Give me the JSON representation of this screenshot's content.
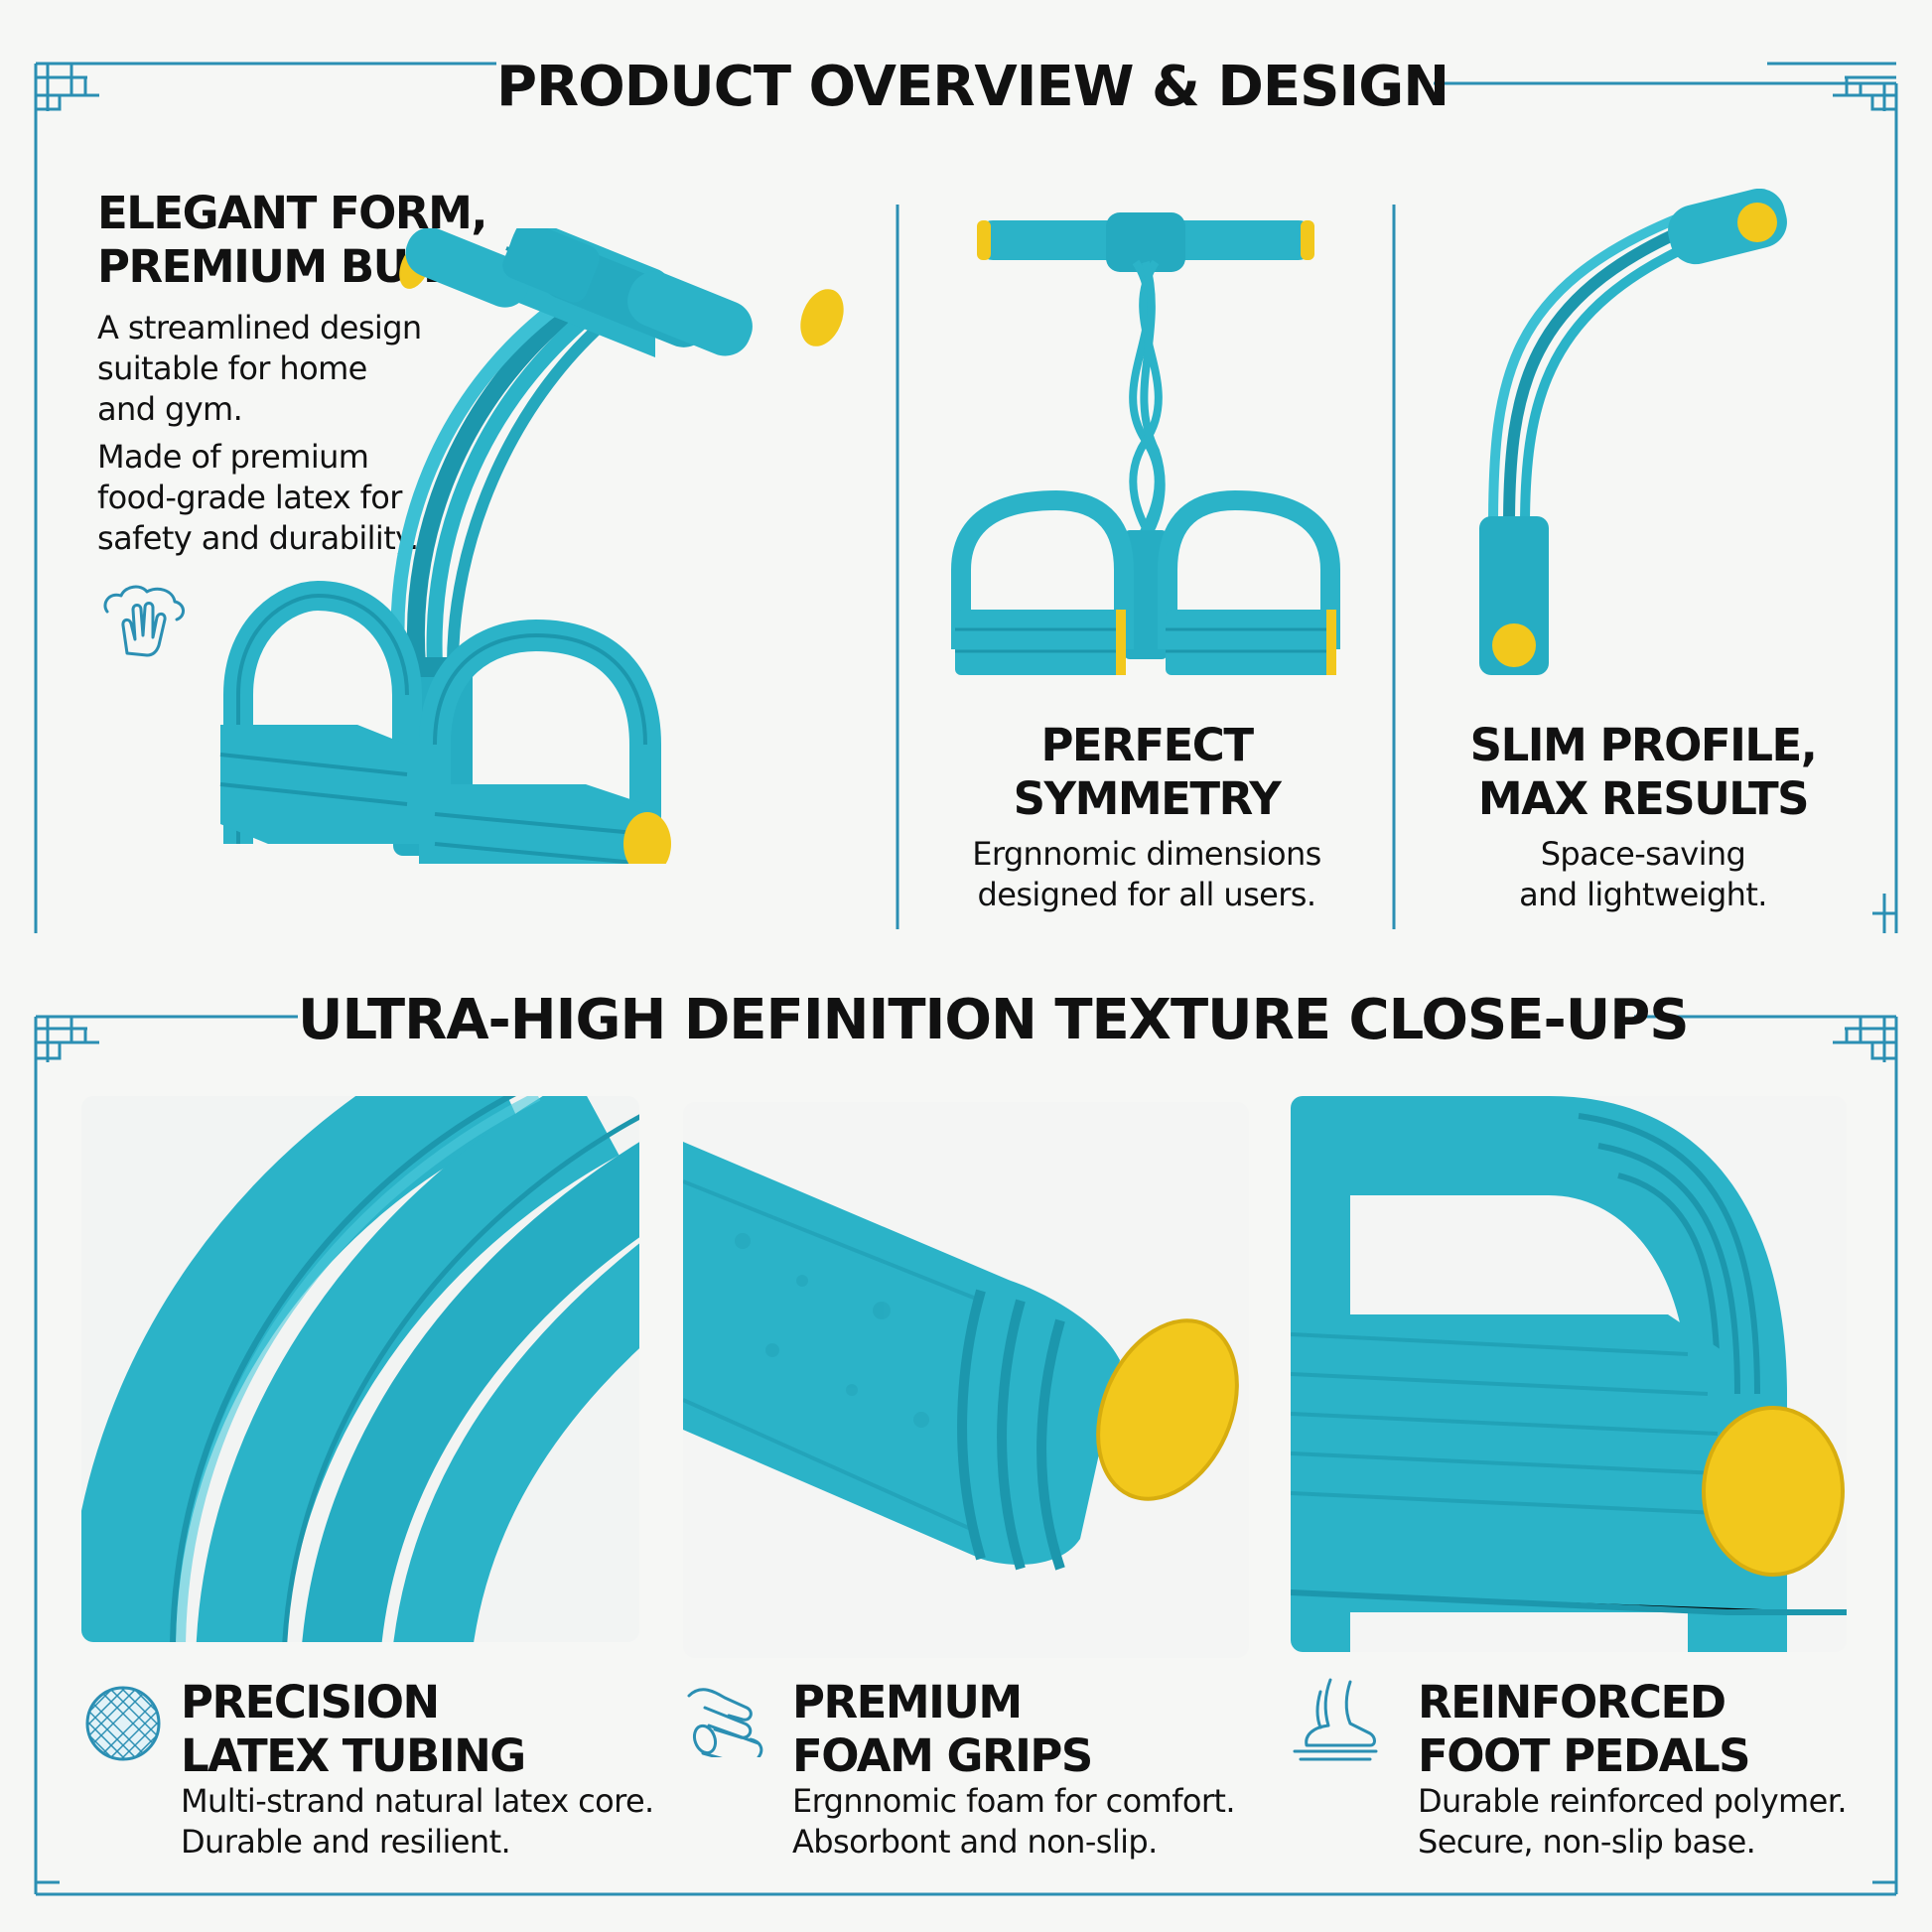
{
  "colors": {
    "frame": "#2b8fb3",
    "product_teal": "#2bb3c8",
    "product_dark": "#1c97ad",
    "cap_yellow": "#f2c81c",
    "text": "#111111",
    "background": "#f6f7f5"
  },
  "overview": {
    "heading": "PRODUCT OVERVIEW & DESIGN",
    "panels": [
      {
        "title_lines": [
          "ELEGANT FORM,",
          "PREMIUM BUILD"
        ],
        "desc_lines": [
          "A streamlined design",
          "suitable for home",
          "and gym."
        ],
        "desc2_lines": [
          "Made of premium",
          "food-grade latex for",
          "safety and durability."
        ],
        "icon": "hand-wash-icon"
      },
      {
        "title_lines": [
          "PERFECT",
          "SYMMETRY"
        ],
        "desc_lines": [
          "Ergnnomic dimensions",
          "designed for all users."
        ]
      },
      {
        "title_lines": [
          "SLIM PROFILE,",
          "MAX RESULTS"
        ],
        "desc_lines": [
          "Space-saving",
          "and lightweight."
        ]
      }
    ]
  },
  "closeups": {
    "heading": "ULTRA-HIGH DEFINITION TEXTURE CLOSE-UPS",
    "items": [
      {
        "icon": "mesh-texture-icon",
        "title_lines": [
          "PRECISION",
          "LATEX TUBING"
        ],
        "desc_lines": [
          "Multi-strand natural latex core.",
          "Durable and resilient."
        ]
      },
      {
        "icon": "hand-grip-icon",
        "title_lines": [
          "PREMIUM",
          "FOAM GRIPS"
        ],
        "desc_lines": [
          "Ergnnomic foam for comfort.",
          "Absorbont and non-slip."
        ]
      },
      {
        "icon": "foot-icon",
        "title_lines": [
          "REINFORCED",
          "FOOT PEDALS"
        ],
        "desc_lines": [
          "Durable reinforced polymer.",
          "Secure, non-slip base."
        ]
      }
    ]
  }
}
